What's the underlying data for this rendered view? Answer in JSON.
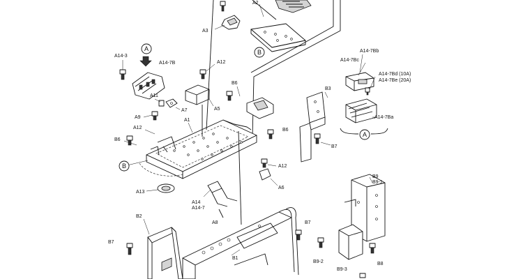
{
  "labels": {
    "a2": "A2",
    "a3": "A3",
    "a14_3": "A14-3",
    "a14_7b": "A14-7B",
    "a12_top": "A12",
    "a11": "A11",
    "a9": "A9",
    "a7": "A7",
    "a5": "A5",
    "b6_top": "B6",
    "a1": "A1",
    "a12_left": "A12",
    "b6_left": "B6",
    "b3": "B3",
    "b6_right": "B6",
    "b7_right": "B7",
    "a12_right": "A12",
    "a6": "A6",
    "a13": "A13",
    "a14": "A14",
    "a14_7": "A14-7",
    "a8": "A8",
    "b2": "B2",
    "b7_left": "B7",
    "b1": "B1",
    "b7_lower": "B7",
    "b9": "B9",
    "b9_1": "B9-1",
    "b9_2": "B9-2",
    "b9_3": "B9-3",
    "b8": "B8",
    "a14_7bb": "A14-7Bb",
    "a14_7bc": "A14-7Bc",
    "a14_7bd": "A14-7Bd (10A)",
    "a14_7be": "A14-7Be (20A)",
    "a14_7ba": "A14-7Ba",
    "ref_a_top": "A",
    "ref_b_upper": "B",
    "ref_b_left": "B",
    "ref_a_detail": "A"
  }
}
